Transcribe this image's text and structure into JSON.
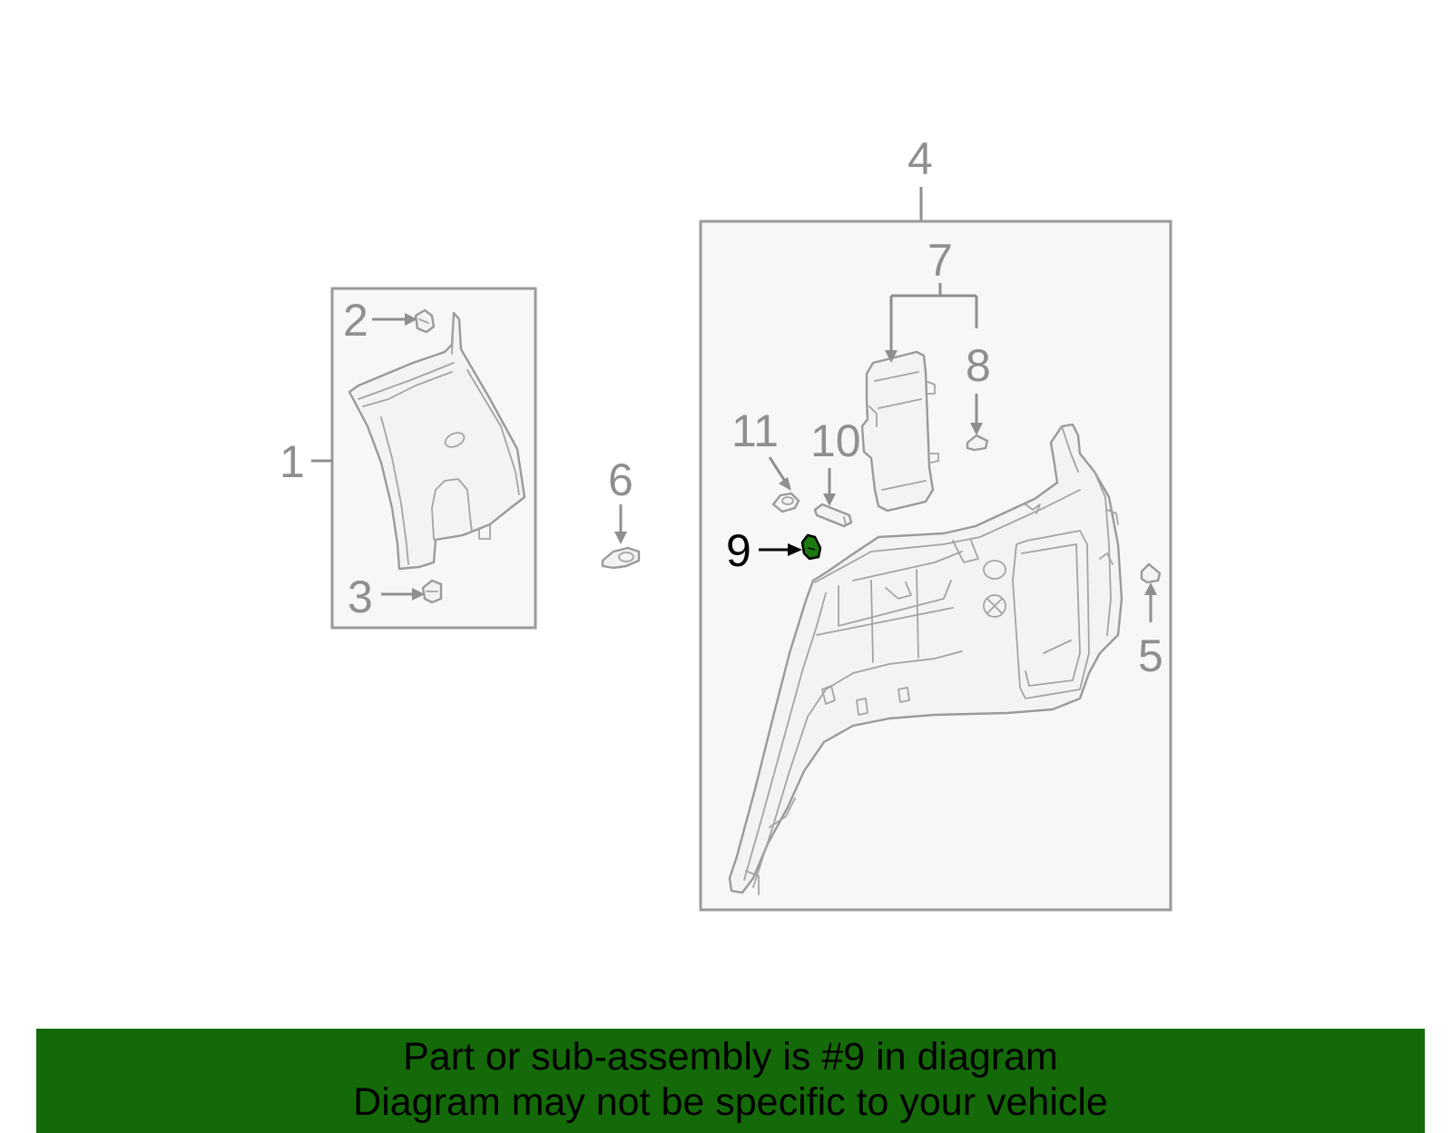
{
  "diagram": {
    "callouts": {
      "c1": "1",
      "c2": "2",
      "c3": "3",
      "c4": "4",
      "c5": "5",
      "c6": "6",
      "c7": "7",
      "c8": "8",
      "c9": "9",
      "c10": "10",
      "c11": "11"
    },
    "highlighted_part": "9",
    "colors": {
      "line_gray": "#8f8f8f",
      "highlight": "#000000",
      "banner_bg": "#146a08",
      "highlight_part_fill": "#1b7a10"
    }
  },
  "banner": {
    "line1": "Part or sub-assembly is #9 in diagram",
    "line2": "Diagram may not be specific to your vehicle"
  }
}
